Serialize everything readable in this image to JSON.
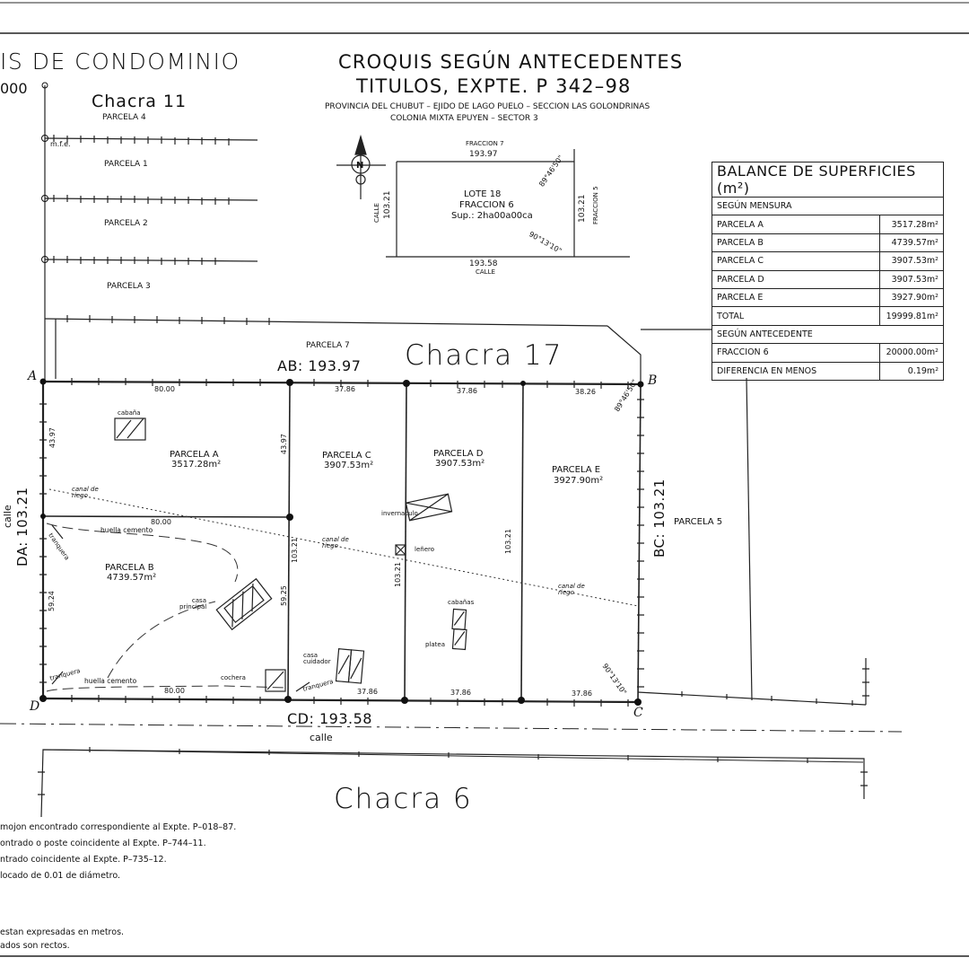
{
  "title_left": "IS DE CONDOMINIO",
  "scale_fragment": "000",
  "title_main_1": "CROQUIS SEGÚN ANTECEDENTES",
  "title_main_2": "TITULOS, EXPTE. P 342–98",
  "subtitle_1": "PROVINCIA DEL CHUBUT – EJIDO DE LAGO PUELO – SECCION LAS GOLONDRINAS",
  "subtitle_2": "COLONIA MIXTA EPUYEN – SECTOR 3",
  "chacras": {
    "c11": "Chacra 11",
    "c17": "Chacra 17",
    "c6": "Chacra 6"
  },
  "chacra11_parcelas": {
    "p4": "PARCELA 4",
    "p1": "PARCELA 1",
    "p2": "PARCELA 2",
    "p3": "PARCELA 3",
    "mfe": "m.f.e."
  },
  "inset": {
    "fraccion7": "FRACCION 7",
    "top_len": "193.97",
    "lote": "LOTE 18",
    "fraccion6": "FRACCION 6",
    "sup": "Sup.: 2ha00a00ca",
    "angle_top": "89°46'50\"",
    "angle_bottom": "90°13'10\"",
    "left_len": "103.21",
    "right_len": "103.21",
    "calle_left": "CALLE",
    "fraccion5": "FRACCION 5",
    "bottom_len": "193.58",
    "calle_bottom": "CALLE"
  },
  "balance": {
    "title": "BALANCE DE SUPERFICIES (m²)",
    "section_mensura": "SEGÚN MENSURA",
    "rows": [
      {
        "label": "PARCELA A",
        "value": "3517.28m²"
      },
      {
        "label": "PARCELA B",
        "value": "4739.57m²"
      },
      {
        "label": "PARCELA C",
        "value": "3907.53m²"
      },
      {
        "label": "PARCELA D",
        "value": "3907.53m²"
      },
      {
        "label": "PARCELA E",
        "value": "3927.90m²"
      },
      {
        "label": "TOTAL",
        "value": "19999.81m²"
      }
    ],
    "section_antecedente": "SEGÚN ANTECEDENTE",
    "fraccion": {
      "label": "FRACCION 6",
      "value": "20000.00m²"
    },
    "diferencia": {
      "label": "DIFERENCIA EN MENOS",
      "value": "0.19m²"
    }
  },
  "plan": {
    "parcela7": "PARCELA 7",
    "ab": "AB: 193.97",
    "cd": "CD: 193.58",
    "bc": "BC: 103.21",
    "da": "DA: 103.21",
    "calle_left": "calle",
    "calle_bottom": "calle",
    "parcela5": "PARCELA 5",
    "vertex_a": "A",
    "vertex_b": "B",
    "vertex_c": "C",
    "vertex_d": "D",
    "angle_b": "89°46'50\"",
    "angle_c": "90°13'10\"",
    "parcels": {
      "a_name": "PARCELA A",
      "a_area": "3517.28m²",
      "b_name": "PARCELA B",
      "b_area": "4739.57m²",
      "c_name": "PARCELA C",
      "c_area": "3907.53m²",
      "d_name": "PARCELA D",
      "d_area": "3907.53m²",
      "e_name": "PARCELA E",
      "e_area": "3927.90m²"
    },
    "dims": {
      "top_a": "80.00",
      "top_c": "37.86",
      "top_d": "37.86",
      "top_e": "38.26",
      "mid_a": "80.00",
      "bot_b": "80.00",
      "bot_c": "37.86",
      "bot_d": "37.86",
      "bot_e": "37.86",
      "left_a": "43.97",
      "left_b": "59.24",
      "ac_div": "43.97",
      "bc_div": "59.25",
      "c_v": "103.21",
      "d_v": "103.21",
      "e_v": "103.21"
    },
    "features": {
      "cabana": "cabaña",
      "canal1": "canal de riego",
      "canal2": "canal de riego",
      "canal3": "canal de riego",
      "huella1": "huella cemento",
      "huella2": "huella cemento",
      "tranquera1": "tranquera",
      "tranquera2": "tranquera",
      "tranquera3": "tranquera",
      "casa_principal": "casa principal",
      "cochera": "cochera",
      "casa_cuidador": "casa cuidador",
      "invernaculo": "invernaculo",
      "lenero": "leñero",
      "cabanas": "cabañas",
      "platea": "platea"
    }
  },
  "legend_lines": [
    "mojon encontrado correspondiente al Expte. P–018–87.",
    "ontrado o poste coincidente al Expte. P–744–11.",
    "ntrado coincidente al Expte. P–735–12.",
    "locado de 0.01 de diámetro."
  ],
  "notes_lines": [
    " estan expresadas en metros.",
    "ados son rectos."
  ]
}
